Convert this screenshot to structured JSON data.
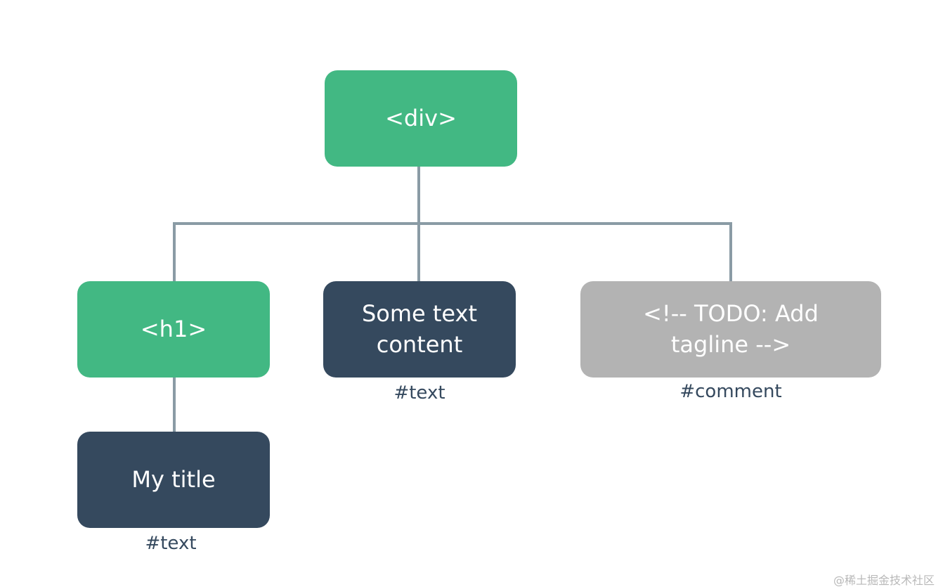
{
  "nodes": {
    "div": {
      "label": "<div>"
    },
    "h1": {
      "label": "<h1>"
    },
    "some_text": {
      "line1": "Some text",
      "line2": "content",
      "caption": "#text"
    },
    "comment": {
      "line1": "<!-- TODO: Add",
      "line2": "tagline  -->",
      "caption": "#comment"
    },
    "my_title": {
      "label": "My title",
      "caption": "#text"
    }
  },
  "colors": {
    "element": "#42b883",
    "text_node": "#35495e",
    "comment_node": "#b3b3b3",
    "connector": "#8a9ba5"
  },
  "watermark": "@稀土掘金技术社区"
}
